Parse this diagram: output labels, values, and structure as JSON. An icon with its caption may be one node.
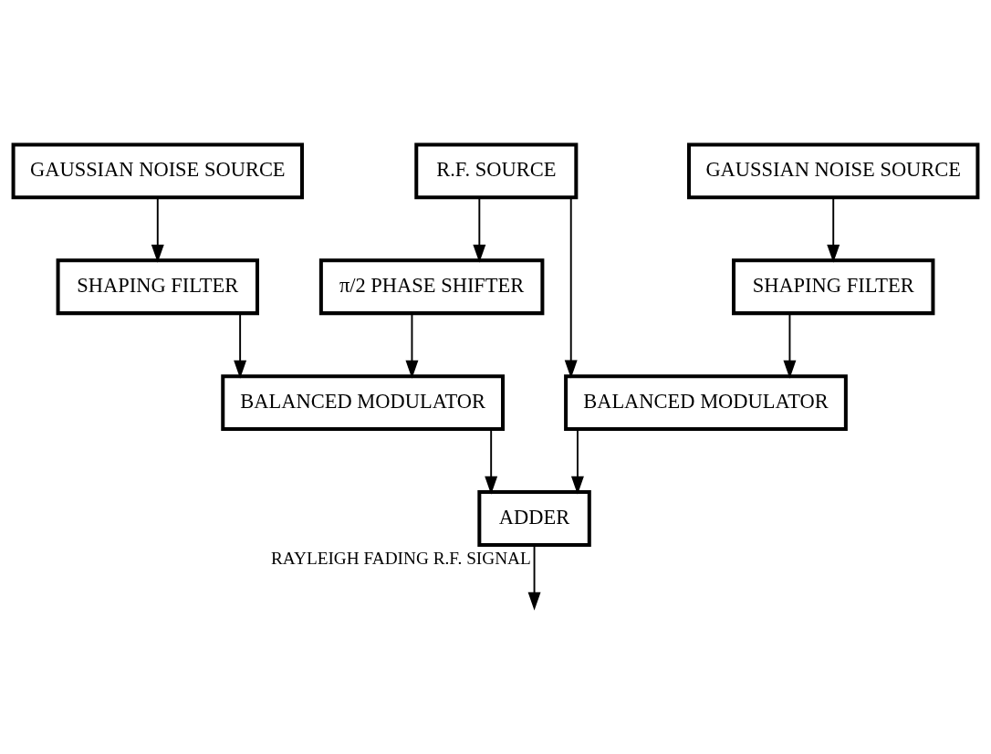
{
  "diagram": {
    "nodes": [
      {
        "text": [
          "R.F. SOURCE"
        ]
      },
      {
        "text": [
          "GAUSSIAN NOISE SOURCE"
        ]
      },
      {
        "text": [
          "GAUSSIAN NOISE SOURCE"
        ]
      },
      {
        "text": [
          "π/2 PHASE SHIFTER"
        ]
      },
      {
        "text": [
          "SHAPING FILTER"
        ]
      },
      {
        "text": [
          "SHAPING FILTER"
        ]
      },
      {
        "text": [
          "BALANCED MODULATOR"
        ]
      },
      {
        "text": [
          "BALANCED MODULATOR"
        ]
      },
      {
        "text": [
          "ADDER"
        ]
      }
    ],
    "edges": [
      {
        "from": 0,
        "to": 3,
        "arrow": "to"
      },
      {
        "from": 0,
        "to": 7,
        "arrow": "to"
      },
      {
        "from": 1,
        "to": 4,
        "arrow": "to"
      },
      {
        "from": 2,
        "to": 5,
        "arrow": "to"
      },
      {
        "from": 3,
        "to": 6,
        "arrow": "to"
      },
      {
        "from": 4,
        "to": 6,
        "arrow": "to"
      },
      {
        "from": 5,
        "to": 7,
        "arrow": "to"
      },
      {
        "from": 6,
        "to": 8,
        "arrow": "to"
      },
      {
        "from": 7,
        "to": 8,
        "arrow": "to"
      },
      {
        "from": 8,
        "to": null,
        "arrow": "to",
        "label": "RAYLEIGH FADING R.F. SIGNAL"
      }
    ]
  }
}
